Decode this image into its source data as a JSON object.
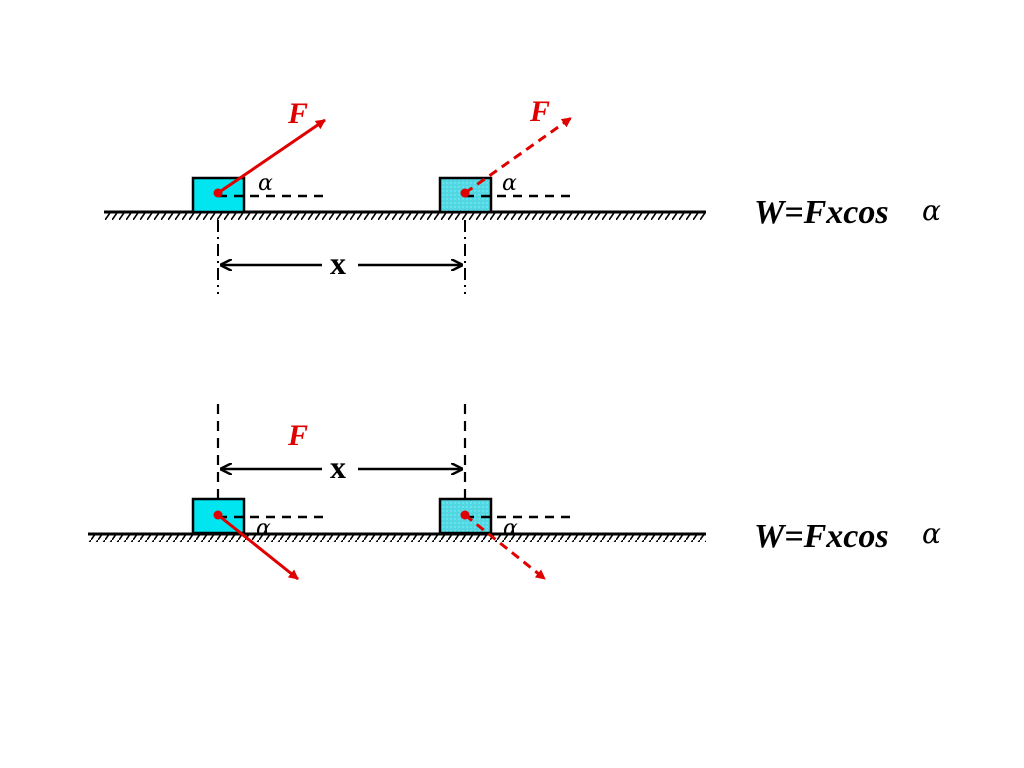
{
  "scenario_top": {
    "force_label_start": "F",
    "force_label_end": "F",
    "angle_label_start": "α",
    "angle_label_end": "α",
    "displacement_label": "x",
    "formula_text": "W=Fxcos",
    "formula_symbol": "α"
  },
  "scenario_bottom": {
    "force_label": "F",
    "angle_label_start": "α",
    "angle_label_end": "α",
    "displacement_label": "x",
    "formula_text": "W=Fxcos",
    "formula_symbol": "α"
  },
  "colors": {
    "block_fill": "#00e5f0",
    "force": "#e00000",
    "ground": "#000000"
  }
}
